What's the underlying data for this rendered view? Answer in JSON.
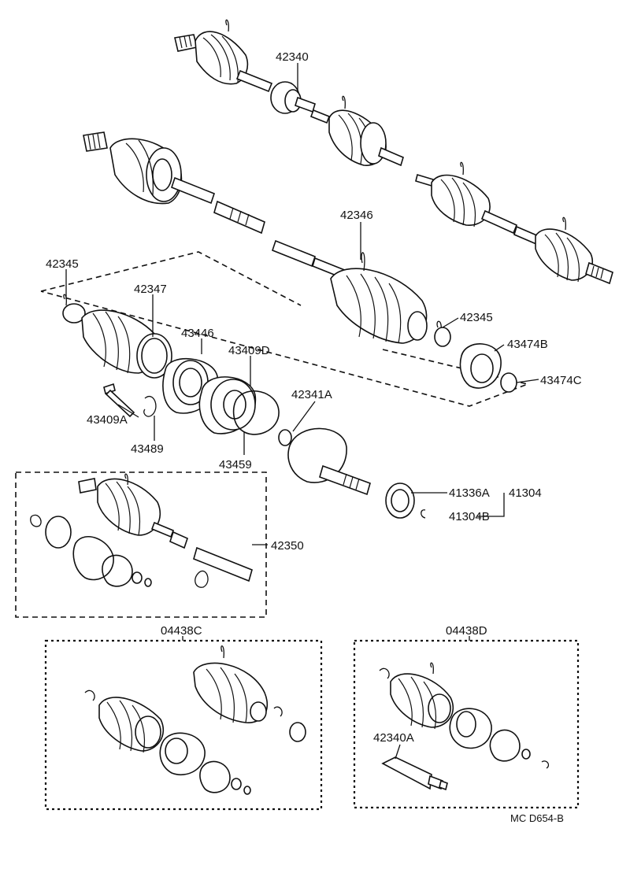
{
  "labels": {
    "p42340": "42340",
    "p42346": "42346",
    "p42345_left": "42345",
    "p42347": "42347",
    "p43446": "43446",
    "p43409D": "43409D",
    "p42345_right": "42345",
    "p43474B": "43474B",
    "p43474C": "43474C",
    "p42341A": "42341A",
    "p43409A": "43409A",
    "p43489": "43489",
    "p43459": "43459",
    "p41336A": "41336A",
    "p41304": "41304",
    "p41304B": "41304B",
    "p42350": "42350",
    "p04438C": "04438C",
    "p04438D": "04438D",
    "p42340A": "42340A"
  },
  "footer": {
    "code": "MC  D654-B"
  }
}
